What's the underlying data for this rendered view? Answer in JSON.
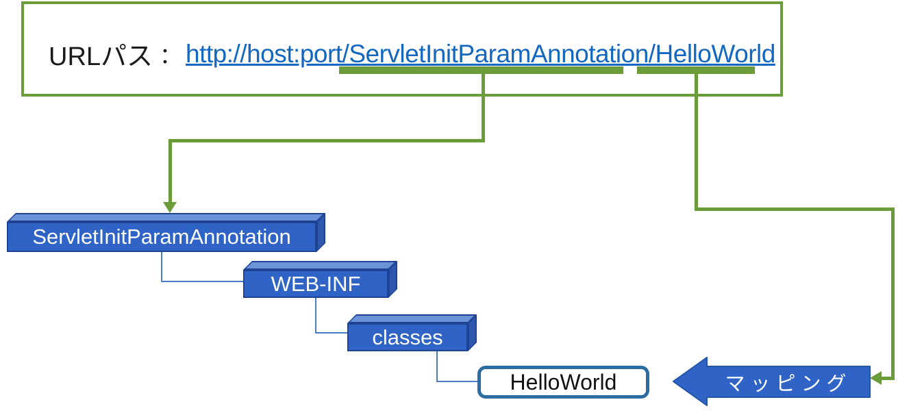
{
  "url_panel": {
    "label": "URLパス",
    "separator": "：",
    "url": "http://host:port/ServletInitParamAnnotation/HelloWorld"
  },
  "folders": [
    {
      "label": "ServletInitParamAnnotation"
    },
    {
      "label": "WEB-INF"
    },
    {
      "label": "classes"
    }
  ],
  "servlet": {
    "label": "HelloWorld"
  },
  "mapping": {
    "label": "マッピング"
  },
  "colors": {
    "green": "#6B9C3A",
    "folder_front": "#2F63C6",
    "folder_top": "#6C92D8",
    "folder_side": "#2E58AE",
    "folder_border": "#1F4394",
    "hyperlink": "#1267C1",
    "servlet_border": "#2B6CA3",
    "tree_connector": "#4A7CC7",
    "mapping_fill": "#2F63C6",
    "text_on_blue": "#FFFFFF"
  }
}
